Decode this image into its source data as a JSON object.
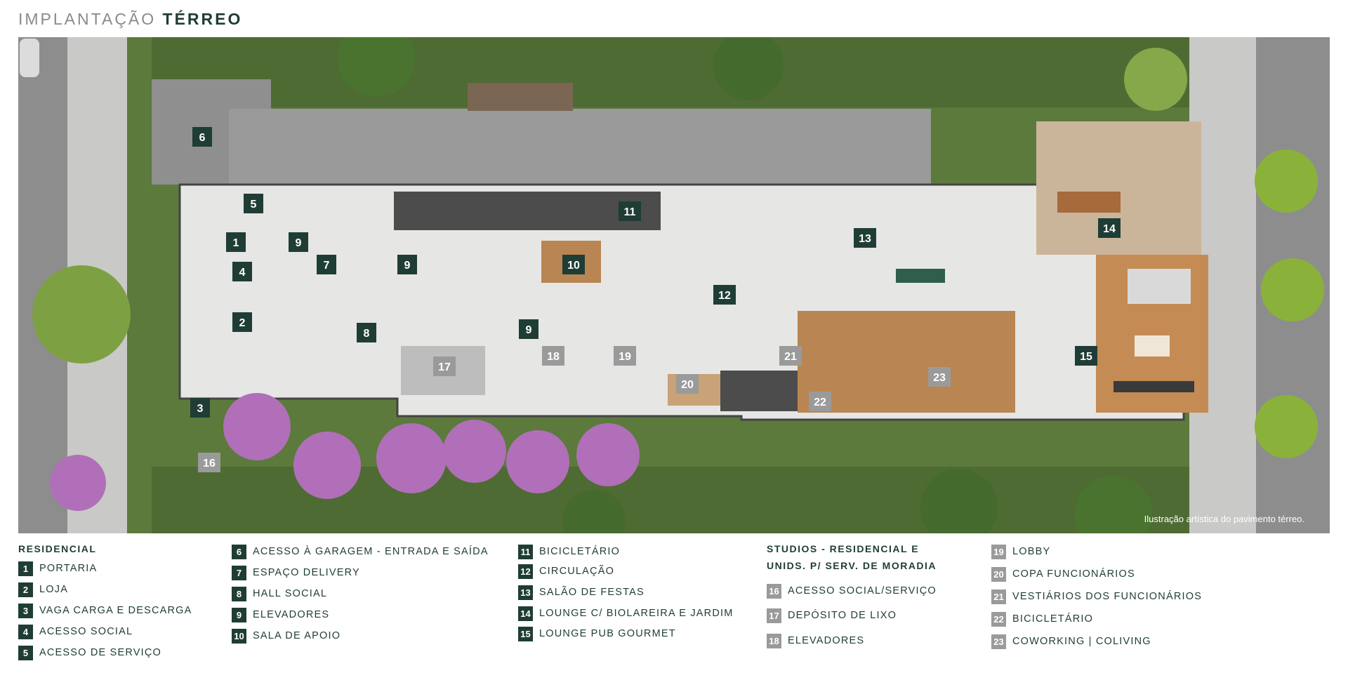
{
  "header": {
    "title_light": "IMPLANTAÇÃO",
    "title_bold": "TÉRREO"
  },
  "plan": {
    "note": "Ilustração artística do pavimento térreo.",
    "colors": {
      "dark_badge": "#1f3d35",
      "grey_badge": "#9a9a9a",
      "lawn": "#4e6b33",
      "road": "#8d8d8d",
      "floor": "#e6e6e4",
      "wood": "#b98552"
    }
  },
  "legend": {
    "residencial_heading": "RESIDENCIAL",
    "studios_heading_line1": "STUDIOS - RESIDENCIAL E",
    "studios_heading_line2": "UNIDS. P/ SERV. DE MORADIA",
    "residencial": [
      {
        "num": "1",
        "label": "PORTARIA"
      },
      {
        "num": "2",
        "label": "LOJA"
      },
      {
        "num": "3",
        "label": "VAGA CARGA E DESCARGA"
      },
      {
        "num": "4",
        "label": "ACESSO SOCIAL"
      },
      {
        "num": "5",
        "label": "ACESSO DE SERVIÇO"
      },
      {
        "num": "6",
        "label": "ACESSO À GARAGEM - ENTRADA E SAÍDA"
      },
      {
        "num": "7",
        "label": "ESPAÇO DELIVERY"
      },
      {
        "num": "8",
        "label": "HALL SOCIAL"
      },
      {
        "num": "9",
        "label": "ELEVADORES"
      },
      {
        "num": "10",
        "label": "SALA DE APOIO"
      },
      {
        "num": "11",
        "label": "BICICLETÁRIO"
      },
      {
        "num": "12",
        "label": "CIRCULAÇÃO"
      },
      {
        "num": "13",
        "label": "SALÃO DE FESTAS"
      },
      {
        "num": "14",
        "label": "LOUNGE C/ BIOLAREIRA E JARDIM"
      },
      {
        "num": "15",
        "label": "LOUNGE PUB GOURMET"
      }
    ],
    "studios": [
      {
        "num": "16",
        "label": "ACESSO SOCIAL/SERVIÇO"
      },
      {
        "num": "17",
        "label": "DEPÓSITO DE LIXO"
      },
      {
        "num": "18",
        "label": "ELEVADORES"
      },
      {
        "num": "19",
        "label": "LOBBY"
      },
      {
        "num": "20",
        "label": "COPA FUNCIONÁRIOS"
      },
      {
        "num": "21",
        "label": "VESTIÁRIOS DOS  FUNCIONÁRIOS"
      },
      {
        "num": "22",
        "label": "BICICLETÁRIO"
      },
      {
        "num": "23",
        "label": "COWORKING | COLIVING"
      }
    ]
  }
}
